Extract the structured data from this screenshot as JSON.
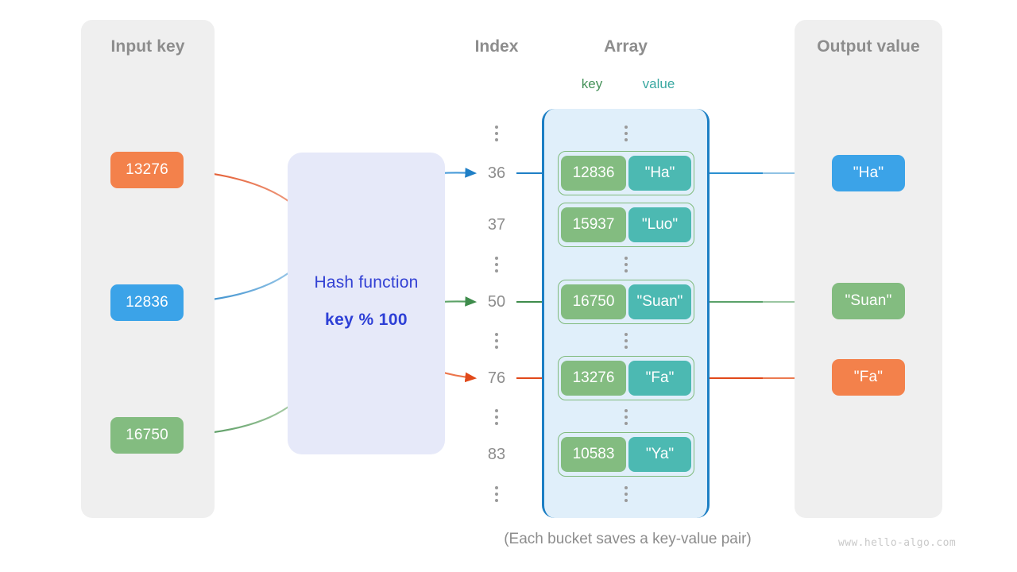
{
  "panels": {
    "input": {
      "title": "Input key"
    },
    "output": {
      "title": "Output value"
    }
  },
  "columns": {
    "index_title": "Index",
    "array_title": "Array",
    "key_title": "key",
    "value_title": "value"
  },
  "hash": {
    "label": "Hash function",
    "formula": "key % 100"
  },
  "input_keys": [
    {
      "text": "13276",
      "color": "#f3814b",
      "maps_to_index": "76"
    },
    {
      "text": "12836",
      "color": "#3ba3e8",
      "maps_to_index": "36"
    },
    {
      "text": "16750",
      "color": "#83bc80",
      "maps_to_index": "50"
    }
  ],
  "indices": [
    {
      "text": "⋮",
      "is_dots": true
    },
    {
      "text": "36",
      "is_dots": false
    },
    {
      "text": "37",
      "is_dots": false
    },
    {
      "text": "⋮",
      "is_dots": true
    },
    {
      "text": "50",
      "is_dots": false
    },
    {
      "text": "⋮",
      "is_dots": true
    },
    {
      "text": "76",
      "is_dots": false
    },
    {
      "text": "⋮",
      "is_dots": true
    },
    {
      "text": "83",
      "is_dots": false
    },
    {
      "text": "⋮",
      "is_dots": true
    }
  ],
  "buckets": [
    {
      "index": "36",
      "key": "12836",
      "value": "\"Ha\""
    },
    {
      "index": "37",
      "key": "15937",
      "value": "\"Luo\""
    },
    {
      "index": "50",
      "key": "16750",
      "value": "\"Suan\""
    },
    {
      "index": "76",
      "key": "13276",
      "value": "\"Fa\""
    },
    {
      "index": "83",
      "key": "10583",
      "value": "\"Ya\""
    }
  ],
  "output_values": [
    {
      "text": "\"Ha\"",
      "color": "#3ba3e8"
    },
    {
      "text": "\"Suan\"",
      "color": "#83bc80"
    },
    {
      "text": "\"Fa\"",
      "color": "#f3814b"
    }
  ],
  "caption": "(Each bucket saves a key-value pair)",
  "watermark": "www.hello-algo.com",
  "colors": {
    "panel_bg": "#efefef",
    "hash_bg": "#e6e9f9",
    "array_bg": "#e0effa",
    "array_border": "#1d7fc4",
    "key_cell": "#83bc80",
    "value_cell": "#4cb9b2",
    "orange": "#f3814b",
    "blue": "#3ba3e8",
    "green": "#83bc80",
    "text_gray": "#8d8d8d",
    "hash_text": "#2d3fd6"
  }
}
